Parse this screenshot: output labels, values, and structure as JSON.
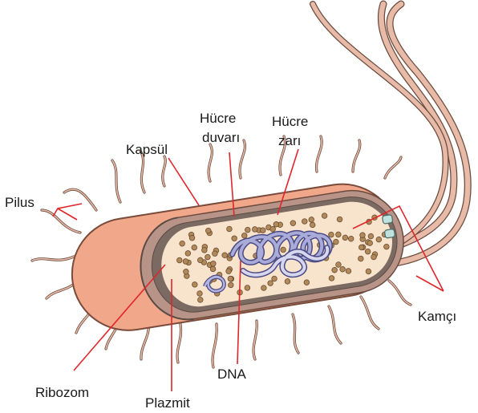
{
  "labels": {
    "pilus": "Pilus",
    "kapsul": "Kapsül",
    "hucre_duvari_1": "Hücre",
    "hucre_duvari_2": "duvarı",
    "hucre_zari_1": "Hücre",
    "hucre_zari_2": "zarı",
    "ribozom": "Ribozom",
    "plazmit": "Plazmit",
    "dna": "DNA",
    "kamci": "Kamçı"
  },
  "colors": {
    "capsule": "#f0a78a",
    "capsule_edge": "#7a4a3a",
    "wall": "#b89488",
    "membrane": "#7a6a62",
    "cytoplasm": "#f8e3cc",
    "ribosome": "#b08a5a",
    "dna": "#8d8fc6",
    "flagellum": "#e8bba8",
    "leader": "#e0262b"
  }
}
